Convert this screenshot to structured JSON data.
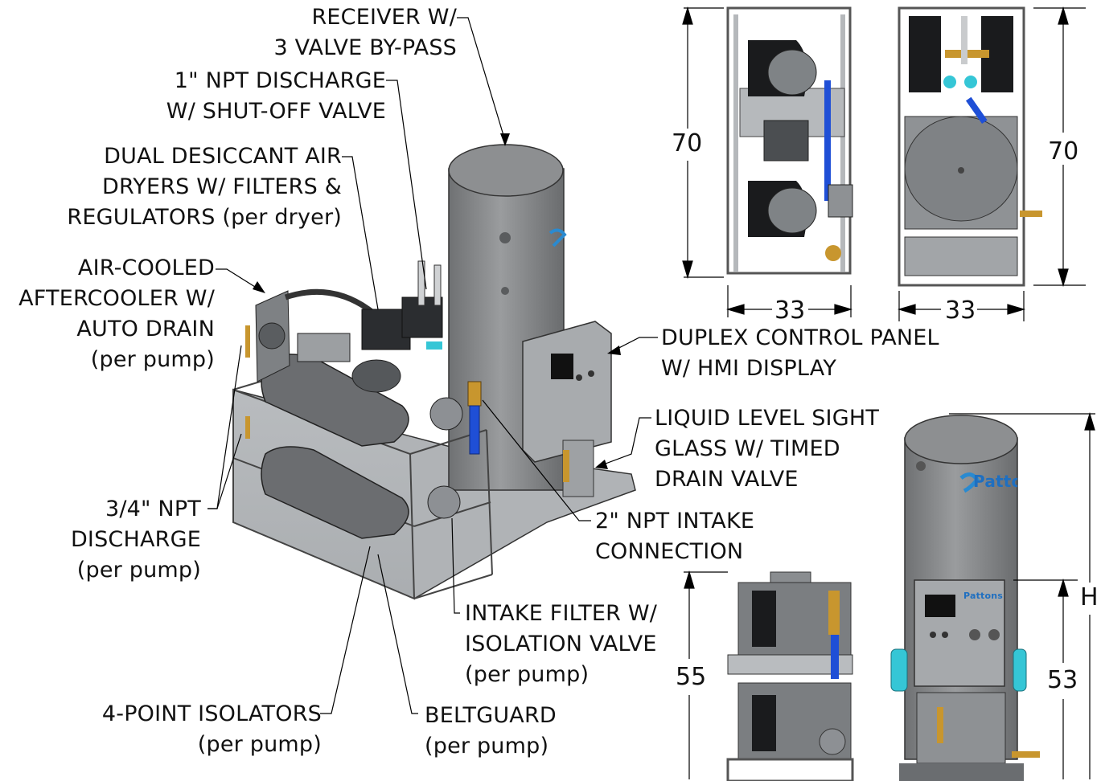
{
  "callouts": {
    "receiver": [
      "RECEIVER W/",
      "3 VALVE BY-PASS"
    ],
    "discharge_1in": [
      "1\" NPT DISCHARGE",
      "W/ SHUT-OFF VALVE"
    ],
    "dryers": [
      "DUAL DESICCANT AIR",
      "DRYERS W/ FILTERS &",
      "REGULATORS (per dryer)"
    ],
    "aftercooler": [
      "AIR-COOLED",
      "AFTERCOOLER W/",
      "AUTO DRAIN",
      "(per pump)"
    ],
    "control_panel": [
      "DUPLEX CONTROL PANEL",
      "W/ HMI DISPLAY"
    ],
    "sight_glass": [
      "LIQUID LEVEL SIGHT",
      "GLASS W/ TIMED",
      "DRAIN VALVE"
    ],
    "intake_2in": [
      "2\" NPT INTAKE",
      "CONNECTION"
    ],
    "discharge_34": [
      "3/4\" NPT",
      "DISCHARGE",
      "(per pump)"
    ],
    "intake_filter": [
      "INTAKE FILTER W/",
      "ISOLATION VALVE",
      "(per pump)"
    ],
    "isolators": [
      "4-POINT ISOLATORS",
      "(per pump)"
    ],
    "beltguard": [
      "BELTGUARD",
      "(per pump)"
    ]
  },
  "dimensions": {
    "side_height": "70",
    "side_width": "33",
    "front_height": "70",
    "front_width": "33",
    "pump_height": "55",
    "panel_height": "53",
    "tank_height": "H"
  },
  "brand": {
    "name": "Pattons"
  },
  "colors": {
    "machine_gray": "#8a8c8e",
    "frame_gray": "#b9bcbf",
    "brass": "#c8962e",
    "blue": "#1f4fd6",
    "teal": "#35c6d6"
  }
}
